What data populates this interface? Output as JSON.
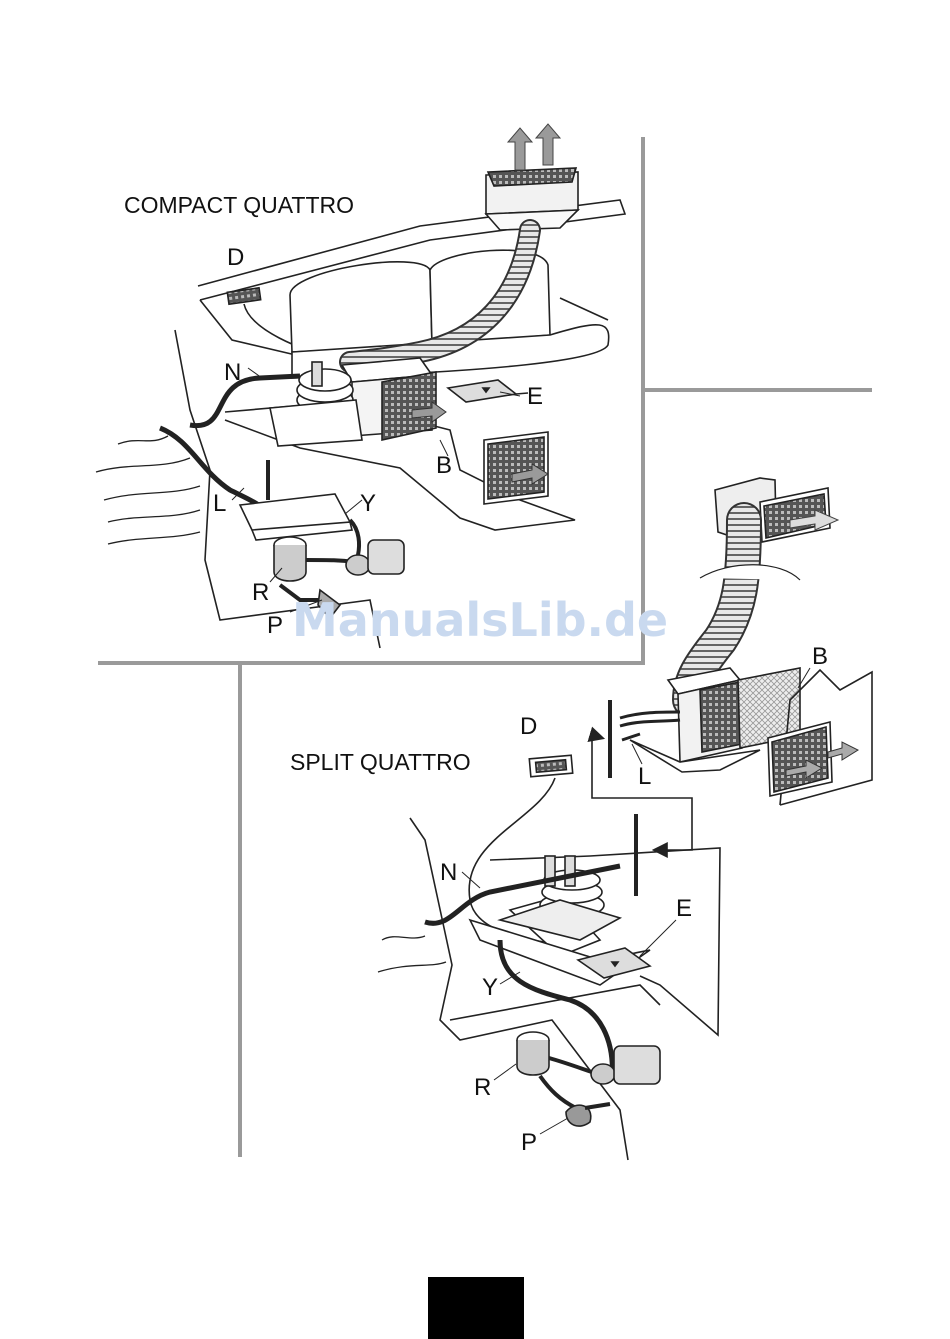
{
  "compact": {
    "title": "COMPACT QUATTRO",
    "labels": {
      "d": "D",
      "n": "N",
      "e": "E",
      "b": "B",
      "l": "L",
      "y": "Y",
      "r": "R",
      "p": "P"
    }
  },
  "split": {
    "title": "SPLIT QUATTRO",
    "labels": {
      "d": "D",
      "n": "N",
      "e": "E",
      "b": "B",
      "l": "L",
      "y": "Y",
      "r": "R",
      "p": "P"
    }
  },
  "watermark": "ManualsLib.de",
  "page_number": "",
  "colors": {
    "line": "#222222",
    "frame": "#9a9a9a",
    "watermark": "#c9d9ef",
    "tab": "#000000"
  }
}
